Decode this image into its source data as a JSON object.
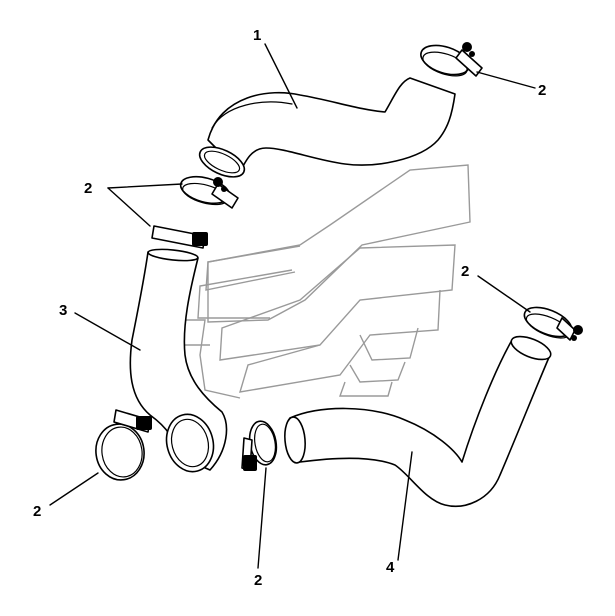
{
  "callouts": {
    "hose_upper": "1",
    "clamp_top_right": "2",
    "clamp_upper_left": "2",
    "hose_left": "3",
    "clamp_right_end": "2",
    "clamp_bottom_left": "2",
    "clamp_bottom_center": "2",
    "hose_lower_right": "4"
  },
  "colors": {
    "line": "#000000",
    "watermark": "#9a9a9a",
    "background": "#ffffff"
  }
}
